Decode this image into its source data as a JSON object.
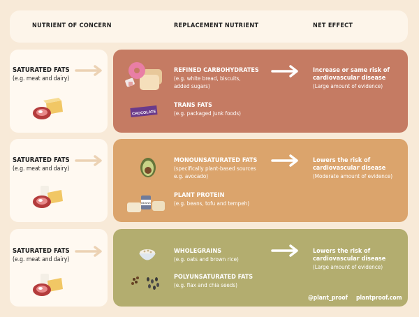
{
  "header": {
    "col1": "NUTRIENT OF CONCERN",
    "col2": "REPLACEMENT NUTRIENT",
    "col3": "NET EFFECT"
  },
  "rows": [
    {
      "concern_title": "SATURATED FATS",
      "concern_desc": "(e.g. meat and dairy)",
      "color": "#c57b63",
      "items": [
        {
          "title": "REFINED CARBOHYDRATES",
          "desc": [
            "(e.g. white bread, biscuits,",
            "added sugars)"
          ]
        },
        {
          "title": "TRANS FATS",
          "desc": [
            "(e.g. packaged junk foods)"
          ]
        }
      ],
      "effect_title": [
        "Increase or same risk of",
        "cardiovascular disease"
      ],
      "effect_desc": "(Large amount of evidence)",
      "chocolate_label": "CHOCOLATE"
    },
    {
      "concern_title": "SATURATED FATS",
      "concern_desc": "(e.g. meat and dairy)",
      "color": "#dba46c",
      "items": [
        {
          "title": "MONOUNSATURATED FATS",
          "desc": [
            "(specifically plant-based sources",
            "e.g. avocado)"
          ]
        },
        {
          "title": "PLANT PROTEIN",
          "desc": [
            "(e.g. beans, tofu and tempeh)"
          ]
        }
      ],
      "effect_title": [
        "Lowers the risk of",
        "cardiovascular disease"
      ],
      "effect_desc": "(Moderate amount of evidence)",
      "beans_label": "BEANS"
    },
    {
      "concern_title": "SATURATED FATS",
      "concern_desc": "(e.g. meat and dairy)",
      "color": "#b3ad6f",
      "items": [
        {
          "title": "WHOLEGRAINS",
          "desc": [
            "(e.g. oats and brown rice)"
          ]
        },
        {
          "title": "POLYUNSATURATED FATS",
          "desc": [
            "(e.g. flax and chia seeds)"
          ]
        }
      ],
      "effect_title": [
        "Lowers the risk of",
        "cardiovascular disease"
      ],
      "effect_desc": "(Large amount of evidence)"
    }
  ],
  "footer": {
    "handle": "@plant_proof",
    "site": "plantproof.com"
  }
}
